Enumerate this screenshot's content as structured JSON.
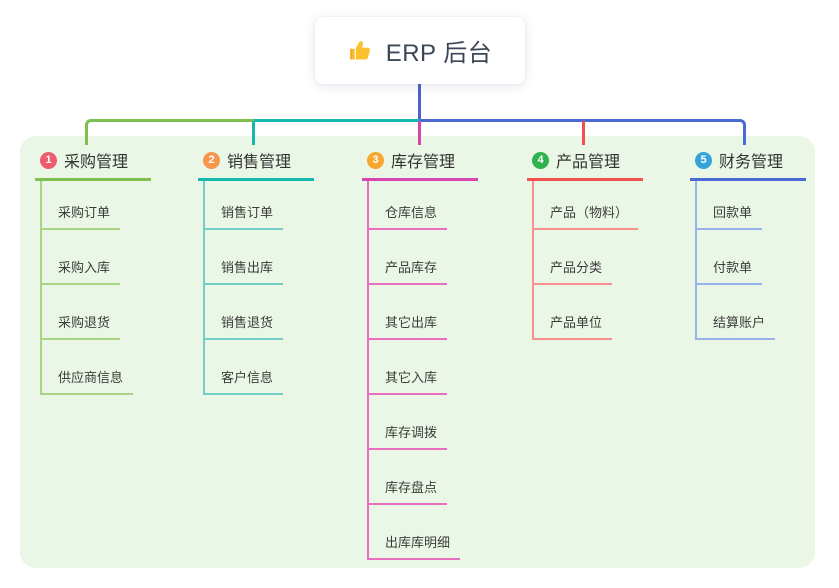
{
  "root": {
    "title": "ERP 后台",
    "icon": "thumbs-up-icon"
  },
  "colors": {
    "panel_bg": "#ebf7e6",
    "root_connector": "#4f5fd0",
    "card_bg": "#ffffff",
    "title_text": "#3b4656",
    "body_text": "#3c3c3c"
  },
  "branches": [
    {
      "num": "1",
      "label": "采购管理",
      "badge_color": "#ee5b6d",
      "line_color": "#7fbf4d",
      "subline_color": "#a9d484",
      "items": [
        "采购订单",
        "采购入库",
        "采购退货",
        "供应商信息"
      ]
    },
    {
      "num": "2",
      "label": "销售管理",
      "badge_color": "#f6954c",
      "line_color": "#16b8ae",
      "subline_color": "#73cec7",
      "items": [
        "销售订单",
        "销售出库",
        "销售退货",
        "客户信息"
      ]
    },
    {
      "num": "3",
      "label": "库存管理",
      "badge_color": "#f7a62e",
      "line_color": "#d644ae",
      "subline_color": "#e76fc0",
      "items": [
        "仓库信息",
        "产品库存",
        "其它出库",
        "其它入库",
        "库存调拨",
        "库存盘点",
        "出库库明细"
      ]
    },
    {
      "num": "4",
      "label": "产品管理",
      "badge_color": "#2fb350",
      "line_color": "#f0504e",
      "subline_color": "#f4908e",
      "items": [
        "产品（物料）",
        "产品分类",
        "产品单位"
      ]
    },
    {
      "num": "5",
      "label": "财务管理",
      "badge_color": "#36a3d9",
      "line_color": "#4a69d2",
      "subline_color": "#97b1e9",
      "items": [
        "回款单",
        "付款单",
        "结算账户"
      ]
    }
  ]
}
